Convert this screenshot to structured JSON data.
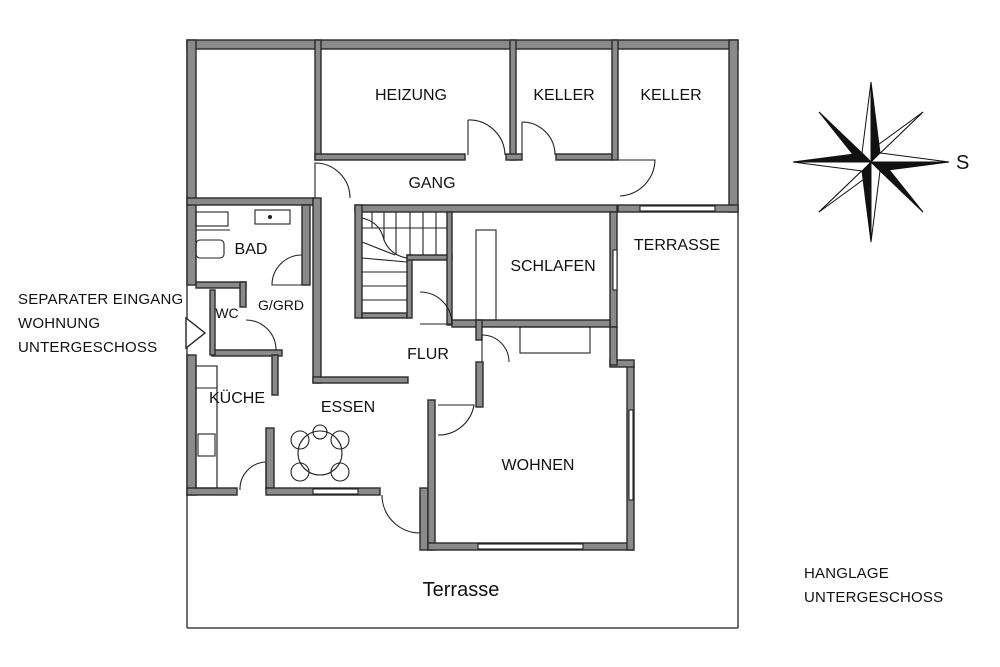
{
  "rooms": {
    "heizung": "HEIZUNG",
    "keller1": "KELLER",
    "keller2": "KELLER",
    "gang": "GANG",
    "bad": "BAD",
    "wc": "WC",
    "ggrd": "G/GRD",
    "schlafen": "SCHLAFEN",
    "flur": "FLUR",
    "kueche": "KÜCHE",
    "essen": "ESSEN",
    "wohnen": "WOHNEN",
    "terrasse_upper": "TERRASSE",
    "terrasse_lower": "Terrasse"
  },
  "entrance": {
    "line1": "SEPARATER EINGANG",
    "line2": "WOHNUNG",
    "line3": "UNTERGESCHOSS"
  },
  "compass": {
    "direction_label": "S"
  },
  "note": {
    "line1": "HANGLAGE",
    "line2": "UNTERGESCHOSS"
  },
  "colors": {
    "wall_fill": "#8a8a8a",
    "line": "#222222",
    "background": "#ffffff"
  }
}
